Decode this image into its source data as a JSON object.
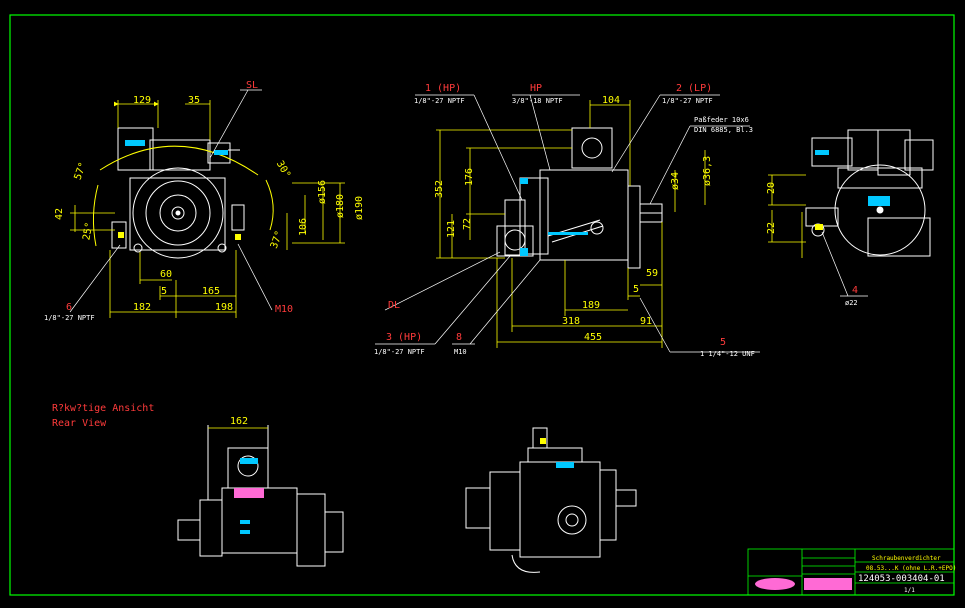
{
  "dims": {
    "front": {
      "d129": "129",
      "d35": "35",
      "d57": "57°",
      "d30": "30°",
      "d42": "42",
      "d25": "25°",
      "d106": "106",
      "d180": "ø180",
      "d156": "ø156",
      "d190": "ø190",
      "d37": "37°",
      "d60": "60",
      "d5": "5",
      "d165": "165",
      "d182": "182",
      "d198": "198",
      "sl": "SL",
      "m10": "M10"
    },
    "side": {
      "d104": "104",
      "d352": "352",
      "d176": "176",
      "d72": "72",
      "d121": "121",
      "d34": "ø34",
      "d363": "ø36,3",
      "d59": "59",
      "d5": "5",
      "d189": "189",
      "d318": "318",
      "d91": "91",
      "d455": "455",
      "dl": "DL"
    },
    "right": {
      "d20": "20",
      "d22": "22",
      "d4": "4",
      "d22dia": "ø22"
    },
    "bottom": {
      "d162": "162"
    }
  },
  "ports": {
    "p1": "1 (HP)",
    "p1_thread": "1/8\"-27 NPTF",
    "hp": "HP",
    "hp_thread": "3/8\"-18 NPTF",
    "p2": "2 (LP)",
    "p2_thread": "1/8\"-27 NPTF",
    "key1": "Paßfeder 10x6",
    "key2": "DIN 6885, Bl.3",
    "p6": "6",
    "p6_thread": "1/8\"-27 NPTF",
    "p3": "3 (HP)",
    "p3_thread": "1/8\"-27 NPTF",
    "p8": "8",
    "p8_thread": "M10",
    "p5": "5",
    "p5_thread": "1 1/4\"-12 UNF"
  },
  "rear_view": {
    "line1": "R?kw?tige Ansicht",
    "line2": "Rear View"
  },
  "title_block": {
    "title1": "Schraubenverdichter",
    "title2": "08.53...K (ohne L.R.+EPO)",
    "drawing_no": "124053-003404-01",
    "sheet": "1/1"
  },
  "colors": {
    "background": "#000000",
    "frame": "#00ff00",
    "dims": "#ffff00",
    "labels": "#ff3b3b",
    "geometry": "#ffffff"
  }
}
